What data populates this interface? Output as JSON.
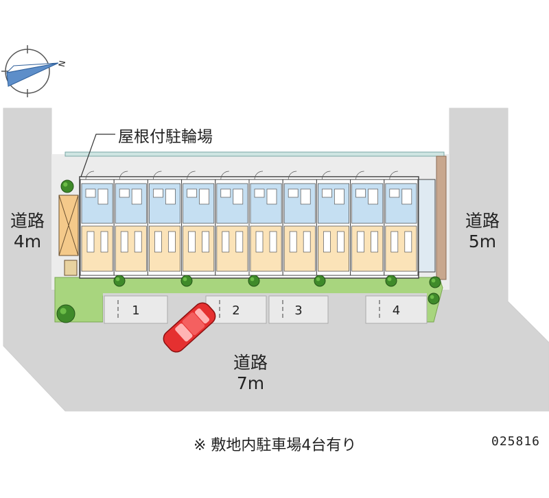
{
  "roads": {
    "west": {
      "name": "道路",
      "width": "4m"
    },
    "east": {
      "name": "道路",
      "width": "5m"
    },
    "south": {
      "name": "道路",
      "width": "7m"
    }
  },
  "bicycle_parking_label": "屋根付駐輪場",
  "parking_slots": [
    "1",
    "2",
    "3",
    "4"
  ],
  "footnote": "※ 敷地内駐車場4台有り",
  "property_code": "025816",
  "compass": {
    "north_label": "N"
  },
  "unit_count": 10,
  "colors": {
    "road": "#d4d4d4",
    "site": "#eeeeee",
    "building_outline": "#444444",
    "rooms": "#fbe3b8",
    "wet_area": "#c5dff2",
    "hedge": "#a8d57e",
    "tree": "#3f8a2a",
    "car": "#e53030"
  }
}
